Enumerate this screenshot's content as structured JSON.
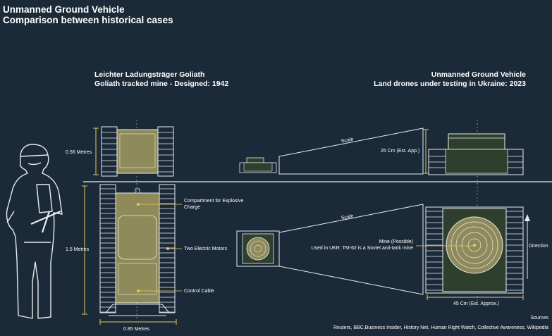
{
  "header": {
    "title_line1": "Unmanned Ground Vehicle",
    "title_line2": "Comparison between historical cases"
  },
  "left_panel": {
    "heading_line1": "Leichter Ladungsträger Goliath",
    "heading_line2": "Goliath tracked mine - Designed: 1942",
    "height_label": "0.56 Metres",
    "length_label": "1.5 Metres",
    "width_label": "0.85 Metres",
    "callouts": {
      "compartment_line1": "Compartment for Explosive",
      "compartment_line2": "Charge",
      "motors": "Two Electric Motors",
      "cable": "Control Cable"
    }
  },
  "right_panel": {
    "heading_line1": "Unmanned Ground Vehicle",
    "heading_line2": "Land drones under testing in Ukraine: 2023",
    "scale_label_top": "Scale",
    "scale_label_bottom": "Scale",
    "height_label": "25 Cm (Est. App.)",
    "width_label": "45 Cm (Est. Approx.)",
    "mine_line1": "Mine (Possible)",
    "mine_line2": "Used in UKR: TM-62 is a Soviet anti-tank mine",
    "direction_label": "Direction"
  },
  "footer": {
    "sources_heading": "Sources",
    "sources_list": "Reuters, BBC,Business Insider, History Net, Human Right Watch, Collective Awareness, Wikipedia"
  },
  "colors": {
    "background": "#1b2a38",
    "accent": "#e8c65a",
    "goliath_fill": "#8f8a5a",
    "ugv_fill": "#2f3f2e",
    "line": "#e9ecef"
  }
}
